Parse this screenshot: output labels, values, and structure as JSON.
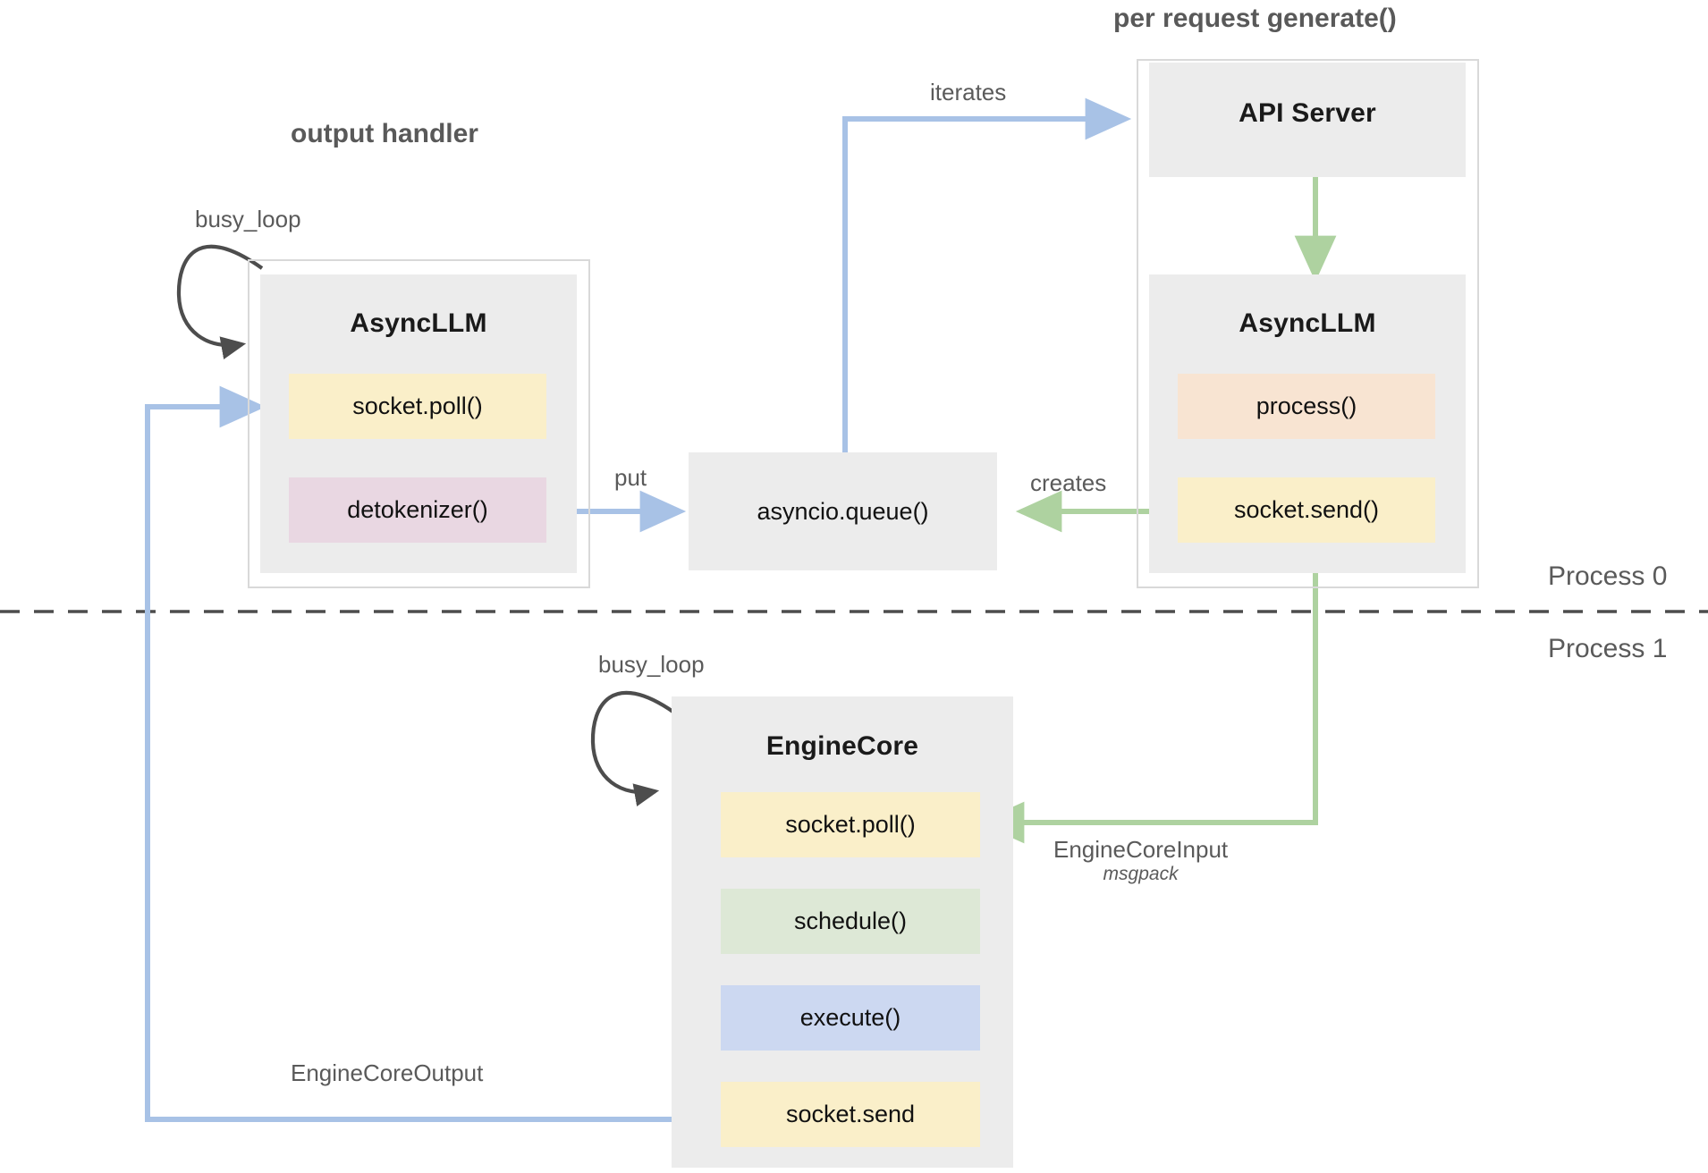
{
  "diagram": {
    "title_output_handler": "output handler",
    "title_per_request": "per request generate()",
    "process_top": "Process 0",
    "process_bottom": "Process 1"
  },
  "colors": {
    "yellow": "#faefc9",
    "pink": "#e9d7e2",
    "orange": "#f8e4d2",
    "green": "#dde8d6",
    "blue": "#ccd8f1",
    "grey_box": "#ececec",
    "frame_border": "#d9d9d9",
    "arrow_blue": "#a8c2e6",
    "arrow_green": "#aed2a0",
    "arrow_dark": "#4d4d4d",
    "text_dark": "#111111",
    "text_grey": "#5a5a5a",
    "divider": "#4d4d4d"
  },
  "output_handler": {
    "component_name": "AsyncLLM",
    "loop_label": "busy_loop",
    "chips": [
      {
        "label": "socket.poll()",
        "color": "yellow"
      },
      {
        "label": "detokenizer()",
        "color": "pink"
      }
    ]
  },
  "queue": {
    "label": "asyncio.queue()"
  },
  "per_request": {
    "api_server_name": "API Server",
    "component_name": "AsyncLLM",
    "chips": [
      {
        "label": "process()",
        "color": "orange"
      },
      {
        "label": "socket.send()",
        "color": "yellow"
      }
    ]
  },
  "engine_core": {
    "component_name": "EngineCore",
    "loop_label": "busy_loop",
    "chips": [
      {
        "label": "socket.poll()",
        "color": "yellow"
      },
      {
        "label": "schedule()",
        "color": "green"
      },
      {
        "label": "execute()",
        "color": "blue"
      },
      {
        "label": "socket.send",
        "color": "yellow"
      }
    ]
  },
  "edges": [
    {
      "id": "iterates",
      "label": "iterates",
      "color": "arrow_blue"
    },
    {
      "id": "put",
      "label": "put",
      "color": "arrow_blue"
    },
    {
      "id": "creates",
      "label": "creates",
      "color": "arrow_green"
    },
    {
      "id": "engine_core_input",
      "label": "EngineCoreInput",
      "sub": "msgpack",
      "color": "arrow_green"
    },
    {
      "id": "engine_core_output",
      "label": "EngineCoreOutput",
      "color": "arrow_blue"
    }
  ],
  "chart_data": {
    "type": "diagram",
    "nodes": [
      {
        "id": "async_llm_output",
        "label": "AsyncLLM",
        "group": "output handler",
        "process": "Process 0",
        "methods": [
          "socket.poll()",
          "detokenizer()"
        ]
      },
      {
        "id": "asyncio_queue",
        "label": "asyncio.queue()",
        "process": "Process 0",
        "methods": []
      },
      {
        "id": "api_server",
        "label": "API Server",
        "group": "per request generate()",
        "process": "Process 0",
        "methods": []
      },
      {
        "id": "async_llm_request",
        "label": "AsyncLLM",
        "group": "per request generate()",
        "process": "Process 0",
        "methods": [
          "process()",
          "socket.send()"
        ]
      },
      {
        "id": "engine_core",
        "label": "EngineCore",
        "process": "Process 1",
        "methods": [
          "socket.poll()",
          "schedule()",
          "execute()",
          "socket.send"
        ]
      }
    ],
    "edges": [
      {
        "from": "asyncio_queue",
        "to": "api_server",
        "label": "iterates",
        "color": "blue"
      },
      {
        "from": "async_llm_output.detokenizer()",
        "to": "asyncio_queue",
        "label": "put",
        "color": "blue"
      },
      {
        "from": "async_llm_request.socket.send()",
        "to": "asyncio_queue",
        "label": "creates",
        "color": "green"
      },
      {
        "from": "api_server",
        "to": "async_llm_request",
        "label": "",
        "color": "green"
      },
      {
        "from": "async_llm_request.socket.send()",
        "to": "engine_core.socket.poll()",
        "label": "EngineCoreInput msgpack",
        "color": "green"
      },
      {
        "from": "engine_core.socket.send",
        "to": "async_llm_output.socket.poll()",
        "label": "EngineCoreOutput",
        "color": "blue"
      },
      {
        "from": "async_llm_output",
        "to": "async_llm_output",
        "label": "busy_loop",
        "color": "dark"
      },
      {
        "from": "engine_core",
        "to": "engine_core",
        "label": "busy_loop",
        "color": "dark"
      }
    ]
  }
}
